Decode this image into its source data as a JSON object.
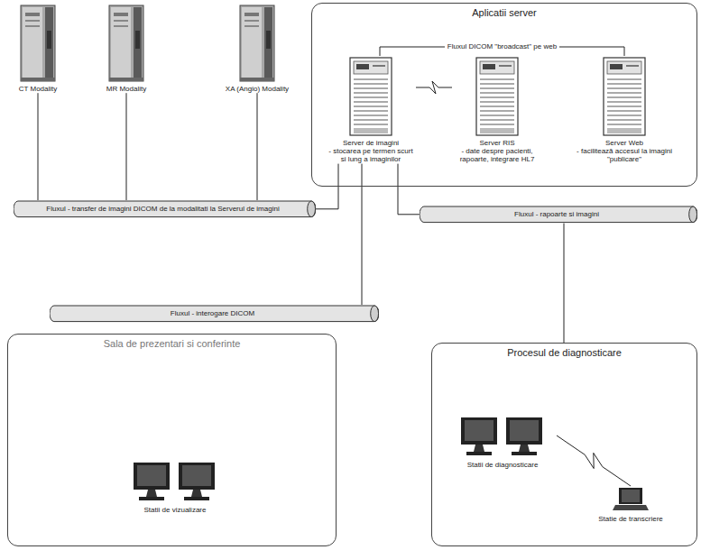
{
  "diagram": {
    "nodes": [
      {
        "text": [
          "CT Modality"
        ]
      },
      {
        "text": [
          "MR Modality"
        ]
      },
      {
        "text": [
          "XA (Angio) Modality"
        ]
      },
      {
        "text": [
          "Aplicatii server"
        ]
      },
      {
        "text": [
          "Server de imagini",
          "- stocarea pe termen scurt si lung a imaginilor"
        ],
        "in": 3
      },
      {
        "text": [
          "Server RIS",
          "- date despre pacienti, rapoarte, integrare HL7"
        ],
        "in": 3
      },
      {
        "text": [
          "Server Web",
          "- facilitează accesul la imagini \"publicare\""
        ],
        "in": 3
      },
      {
        "text": [
          "Fluxul - transfer de imagini DICOM de la modalitati la Serverul de imagini"
        ]
      },
      {
        "text": [
          "Fluxul - rapoarte si imagini"
        ]
      },
      {
        "text": [
          "Fluxul - interogare DICOM"
        ]
      },
      {
        "text": [
          "Sala de prezentari si conferinte"
        ]
      },
      {
        "text": [
          "Statii de vizualizare"
        ],
        "in": 10
      },
      {
        "text": [
          "Procesul de diagnosticare"
        ]
      },
      {
        "text": [
          "Statii de diagnosticare"
        ],
        "in": 12
      },
      {
        "text": [
          "Statie de transcriere"
        ],
        "in": 12
      }
    ],
    "edges": [
      {
        "from": 0,
        "to": 7,
        "arrow": "none"
      },
      {
        "from": 1,
        "to": 7,
        "arrow": "none"
      },
      {
        "from": 2,
        "to": 7,
        "arrow": "none"
      },
      {
        "from": 7,
        "to": 4,
        "arrow": "none"
      },
      {
        "from": 4,
        "to": 5,
        "arrow": "none"
      },
      {
        "from": 4,
        "to": 6,
        "label": "Fluxul DICOM \"broadcast\" pe web",
        "arrow": "none"
      },
      {
        "from": 4,
        "to": 9,
        "arrow": "none"
      },
      {
        "from": 4,
        "to": 8,
        "arrow": "none"
      },
      {
        "from": 8,
        "to": 12,
        "arrow": "none"
      },
      {
        "from": 13,
        "to": 14,
        "arrow": "none"
      }
    ]
  }
}
